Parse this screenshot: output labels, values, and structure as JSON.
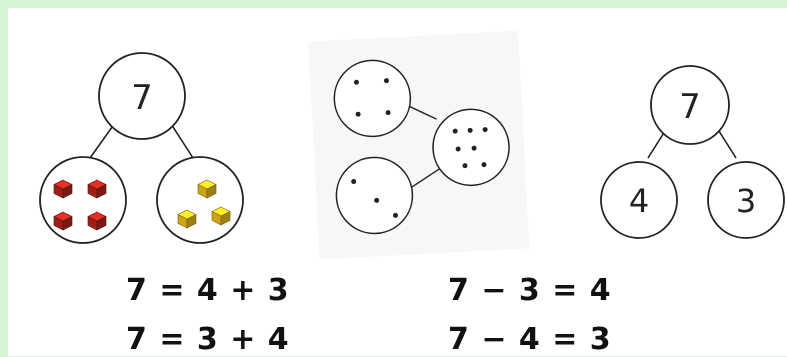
{
  "diagram_cubes": {
    "whole": "7",
    "part_a_count": 4,
    "part_b_count": 3,
    "part_a_color": "#b8261b",
    "part_b_color": "#f2c01e"
  },
  "diagram_dots": {
    "whole_dots": 7,
    "part_a_dots": 4,
    "part_b_dots": 3
  },
  "diagram_numbers": {
    "whole": "7",
    "part_a": "4",
    "part_b": "3"
  },
  "equations": {
    "add_1": "7 = 4 + 3",
    "add_2": "7 = 3 + 4",
    "sub_1": "7 − 3 = 4",
    "sub_2": "7 − 4 = 3"
  },
  "colors": {
    "background": "#d6f5d6",
    "panel": "#ffffff",
    "stroke": "#222222"
  }
}
